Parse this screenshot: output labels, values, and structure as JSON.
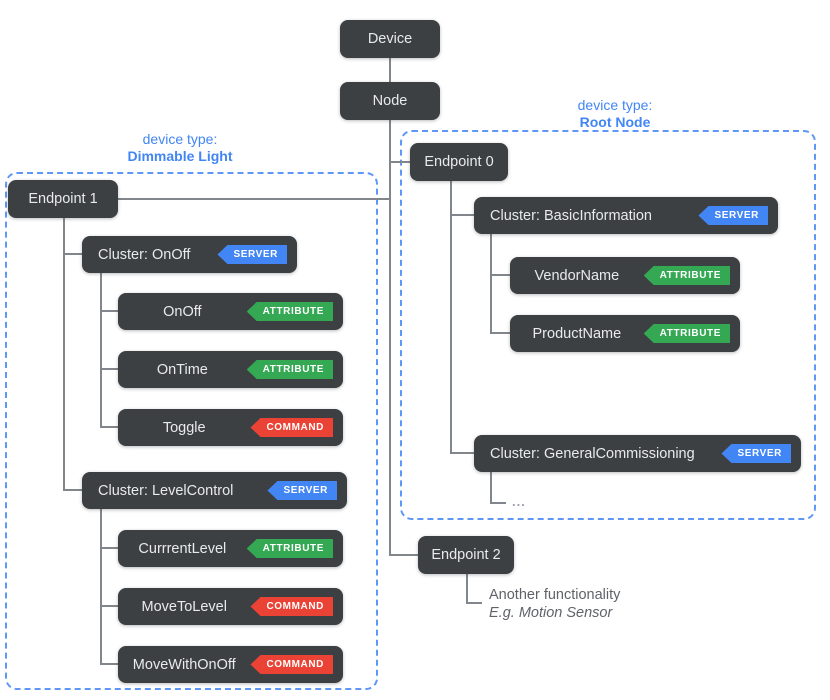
{
  "device": {
    "label": "Device"
  },
  "node": {
    "label": "Node"
  },
  "dimmable_light": {
    "caption": {
      "prefix": "device type:",
      "name": "Dimmable Light"
    },
    "endpoint": {
      "label": "Endpoint 1"
    },
    "onoff_cluster": {
      "label": "Cluster: OnOff",
      "badge": "SERVER"
    },
    "onoff_children": [
      {
        "label": "OnOff",
        "badge": "ATTRIBUTE"
      },
      {
        "label": "OnTime",
        "badge": "ATTRIBUTE"
      },
      {
        "label": "Toggle",
        "badge": "COMMAND"
      }
    ],
    "levelcontrol_cluster": {
      "label": "Cluster: LevelControl",
      "badge": "SERVER"
    },
    "levelcontrol_children": [
      {
        "label": "CurrrentLevel",
        "badge": "ATTRIBUTE"
      },
      {
        "label": "MoveToLevel",
        "badge": "COMMAND"
      },
      {
        "label": "MoveWithOnOff",
        "badge": "COMMAND"
      }
    ]
  },
  "root_node": {
    "caption": {
      "prefix": "device type:",
      "name": "Root Node"
    },
    "endpoint": {
      "label": "Endpoint 0"
    },
    "basicinfo_cluster": {
      "label": "Cluster: BasicInformation",
      "badge": "SERVER"
    },
    "basicinfo_children": [
      {
        "label": "VendorName",
        "badge": "ATTRIBUTE"
      },
      {
        "label": "ProductName",
        "badge": "ATTRIBUTE"
      }
    ],
    "commissioning_cluster": {
      "label": "Cluster: GeneralCommissioning",
      "badge": "SERVER"
    },
    "ellipsis": "..."
  },
  "endpoint2": {
    "label": "Endpoint 2",
    "annotation_line1": "Another functionality",
    "annotation_line2": "E.g. Motion Sensor"
  },
  "colors": {
    "server_badge": "#4285f4",
    "attribute_badge": "#34a853",
    "command_badge": "#ea4335",
    "box_background": "#3c4043",
    "group_border": "#5e97f6",
    "caption_text": "#4285f4",
    "connector": "#80868b",
    "annotation_text": "#5f6368"
  }
}
